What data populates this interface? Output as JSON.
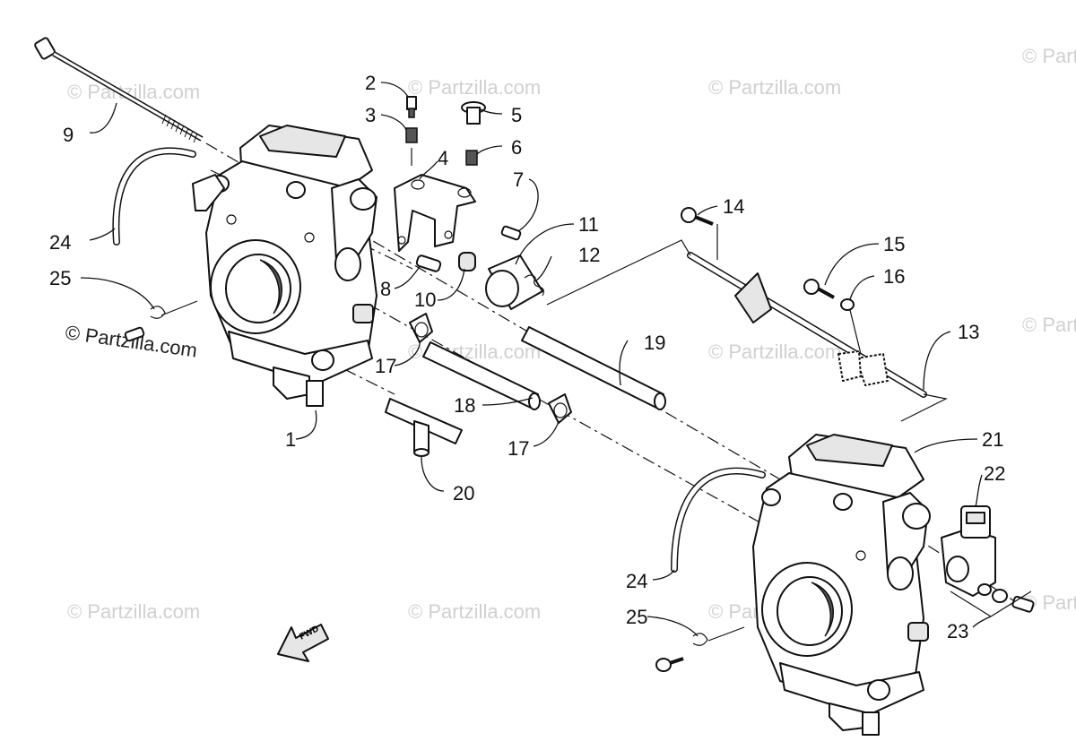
{
  "watermark": {
    "text": "© Partzilla.com"
  },
  "callouts": [
    {
      "id": "c1",
      "label": "1"
    },
    {
      "id": "c2",
      "label": "2"
    },
    {
      "id": "c3",
      "label": "3"
    },
    {
      "id": "c4",
      "label": "4"
    },
    {
      "id": "c5",
      "label": "5"
    },
    {
      "id": "c6",
      "label": "6"
    },
    {
      "id": "c7",
      "label": "7"
    },
    {
      "id": "c8",
      "label": "8"
    },
    {
      "id": "c9",
      "label": "9"
    },
    {
      "id": "c10",
      "label": "10"
    },
    {
      "id": "c11",
      "label": "11"
    },
    {
      "id": "c12",
      "label": "12"
    },
    {
      "id": "c13",
      "label": "13"
    },
    {
      "id": "c14",
      "label": "14"
    },
    {
      "id": "c15",
      "label": "15"
    },
    {
      "id": "c16",
      "label": "16"
    },
    {
      "id": "c17a",
      "label": "17"
    },
    {
      "id": "c17b",
      "label": "17"
    },
    {
      "id": "c18",
      "label": "18"
    },
    {
      "id": "c19",
      "label": "19"
    },
    {
      "id": "c20",
      "label": "20"
    },
    {
      "id": "c21",
      "label": "21"
    },
    {
      "id": "c22",
      "label": "22"
    },
    {
      "id": "c23",
      "label": "23"
    },
    {
      "id": "c24a",
      "label": "24"
    },
    {
      "id": "c24b",
      "label": "24"
    },
    {
      "id": "c25a",
      "label": "25"
    },
    {
      "id": "c25b",
      "label": "25"
    }
  ],
  "direction_arrow": {
    "label": "FWD"
  }
}
